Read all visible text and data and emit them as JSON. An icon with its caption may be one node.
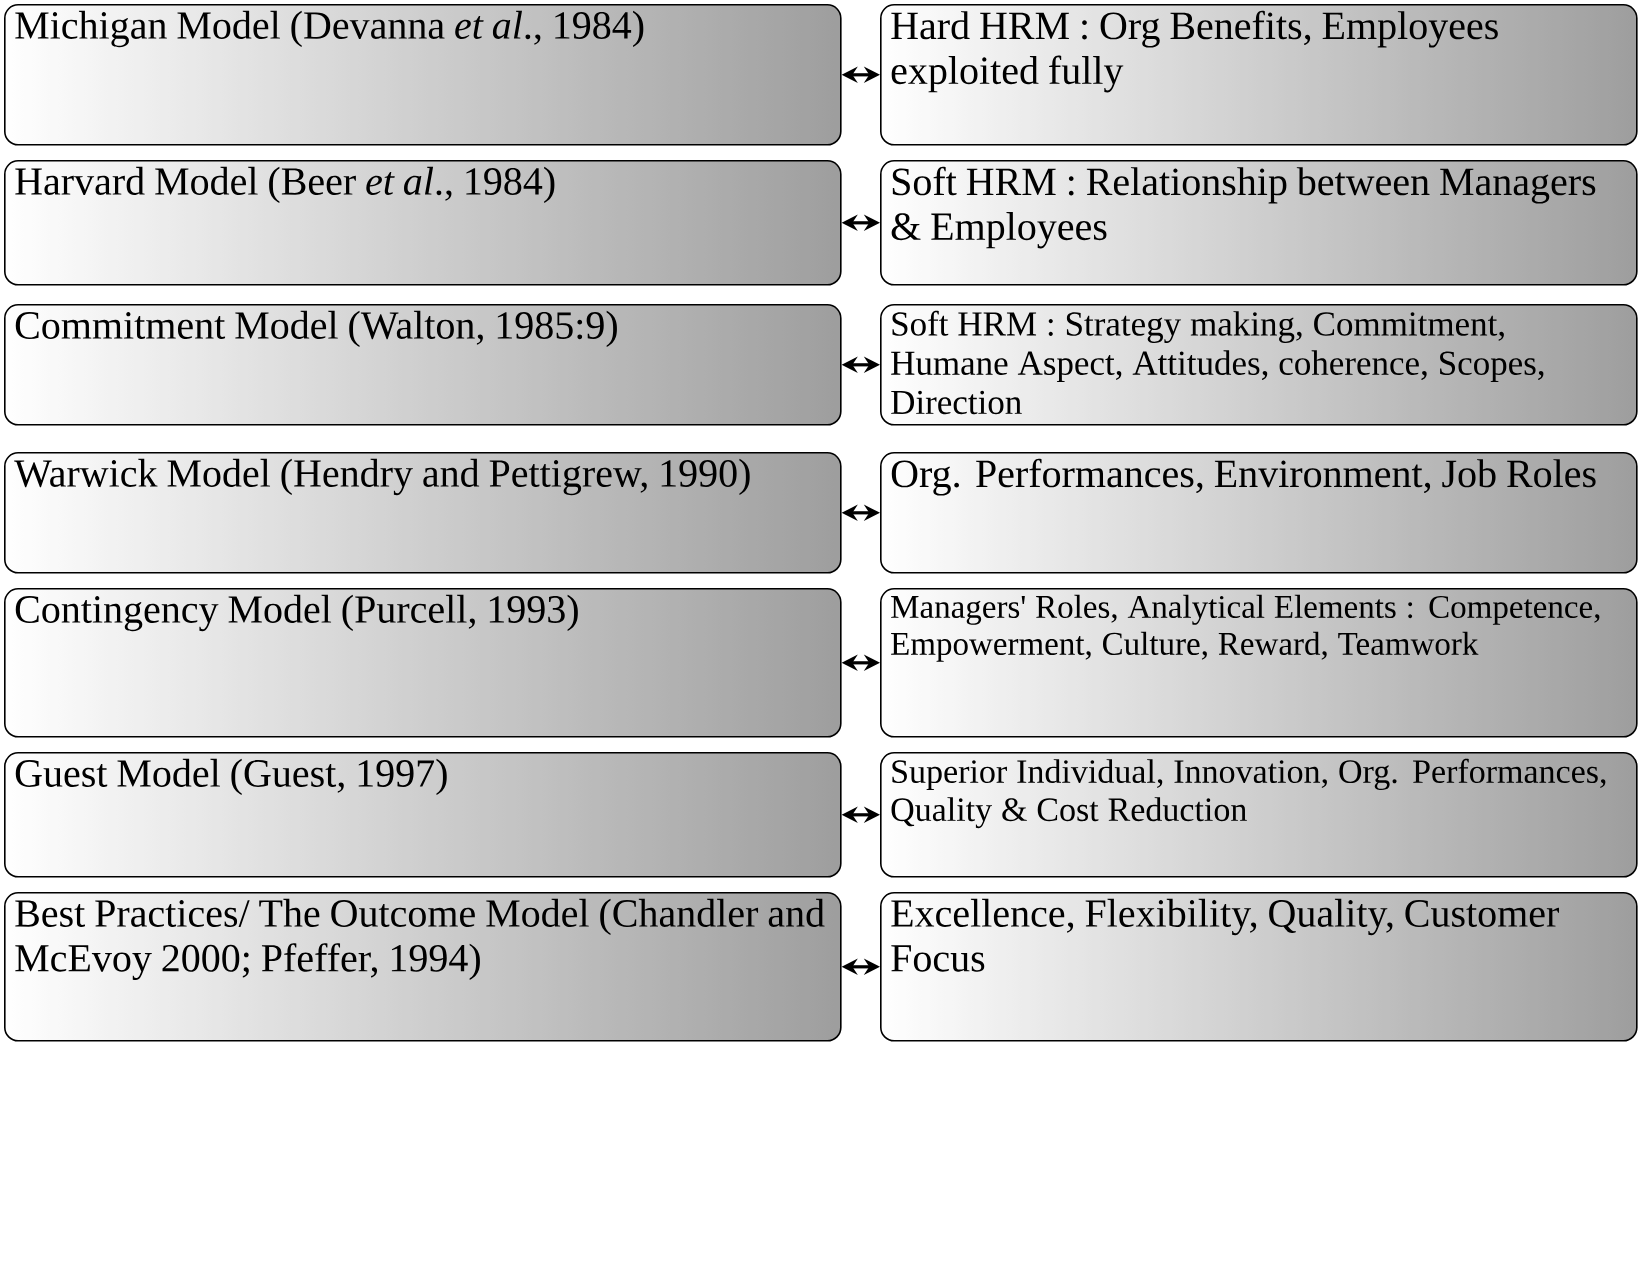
{
  "diagram": {
    "nodes": [
      {
        "text": [
          "Michigan Model (Devanna *et al*., 1984)"
        ]
      },
      {
        "text": [
          "Hard HRM : Org Benefits, Employees exploited fully"
        ]
      },
      {
        "text": [
          "Harvard Model  (Beer *et al*., 1984)"
        ]
      },
      {
        "text": [
          "Soft HRM : Relationship between Managers & Employees"
        ]
      },
      {
        "text": [
          "Commitment Model (Walton, 1985:9)"
        ]
      },
      {
        "text": [
          "Soft HRM : Strategy making, Commitment, Humane Aspect, Attitudes, coherence, Scopes, Direction"
        ]
      },
      {
        "text": [
          "Warwick Model (Hendry and Pettigrew, 1990)"
        ]
      },
      {
        "text": [
          "Org. Performances, Environment, Job Roles"
        ]
      },
      {
        "text": [
          "Contingency Model (Purcell, 1993)"
        ]
      },
      {
        "text": [
          "Managers' Roles, Analytical Elements : Competence, Empowerment, Culture, Reward, Teamwork"
        ]
      },
      {
        "text": [
          "Guest Model (Guest, 1997)"
        ]
      },
      {
        "text": [
          "Superior Individual, Innovation, Org. Performances, Quality & Cost Reduction"
        ]
      },
      {
        "text": [
          "Best Practices/ The Outcome Model (Chandler and McEvoy 2000; Pfeffer, 1994)"
        ]
      },
      {
        "text": [
          "Excellence, Flexibility, Quality, Customer Focus"
        ]
      }
    ],
    "edges": [
      {
        "from": 0,
        "to": 1,
        "arrow": "both"
      },
      {
        "from": 2,
        "to": 3,
        "arrow": "both"
      },
      {
        "from": 4,
        "to": 5,
        "arrow": "both"
      },
      {
        "from": 6,
        "to": 7,
        "arrow": "both"
      },
      {
        "from": 8,
        "to": 9,
        "arrow": "both"
      },
      {
        "from": 10,
        "to": 11,
        "arrow": "both"
      },
      {
        "from": 12,
        "to": 13,
        "arrow": "both"
      }
    ]
  }
}
